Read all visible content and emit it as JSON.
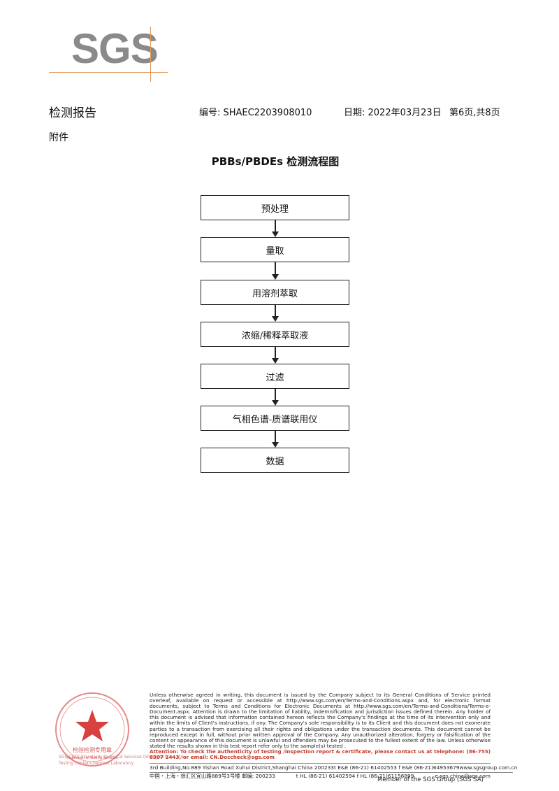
{
  "logo": {
    "text": "SGS"
  },
  "header": {
    "title": "检测报告",
    "report_no": "编号: SHAEC2203908010",
    "date": "日期: 2022年03月23日",
    "page": "第6页,共8页",
    "appendix": "附件"
  },
  "flowchart": {
    "title": "PBBs/PBDEs 检测流程图",
    "steps": [
      "预处理",
      "量取",
      "用溶剂萃取",
      "浓缩/稀释萃取液",
      "过滤",
      "气相色谱-质谱联用仪",
      "数据"
    ]
  },
  "footer": {
    "disclaimer": "Unless otherwise agreed in writing, this document is issued by the Company subject to its General Conditions of Service printed overleaf, available on request or accessible at http://www.sgs.com/en/Terms-and-Conditions.aspx and, for electronic format documents, subject to Terms and Conditions for Electronic Documents at http://www.sgs.com/en/Terms-and-Conditions/Terms-e-Document.aspx. Attention is drawn to the limitation of liability, indemnification and jurisdiction issues defined therein. Any holder of this document is advised that information contained hereon reflects the Company's findings at the time of its intervention only and within the limits of Client's instructions, if any. The Company's sole responsibility is to its Client and this document does not exonerate parties to a transaction from exercising all their rights and obligations under the transaction documents. This document cannot be reproduced except in full, without prior written approval of the Company. Any unauthorized alteration, forgery or falsification of the content or appearance of this document is unlawful and offenders may be prosecuted to the fullest extent of the law. Unless otherwise stated the results shown in this test report refer only to the sample(s) tested .",
    "attention": "Attention: To check the authenticity of testing /inspection report & certificate, please contact us at telephone: (86-755) 8307 1443, or email: CN.Doccheck@sgs.com",
    "address_en": "3rd Building,No.889 Yishan Road Xuhui District,Shanghai China   200233",
    "address_cn": "中国・上海・徐汇区宜山路889号3号楼   邮编: 200233",
    "tel_en": "t E&E (86-21) 61402553   f E&E (86-21)64953679",
    "tel_cn": "t HL (86-21) 61402594   f HL (86-21)61156899",
    "web1": "www.sgsgroup.com.cn",
    "web2": "e  sgs.china@sgs.com",
    "company_left1": "SGS-CSTC Standards Technical Services (Shanghai) Co., Ltd.",
    "company_left2": "Testing Center-Chemical Laboratory",
    "seal_text": "检验检测专用章",
    "seal_sub": "Inspection & Testing Services",
    "member": "Member of the SGS Group (SGS SA)"
  }
}
